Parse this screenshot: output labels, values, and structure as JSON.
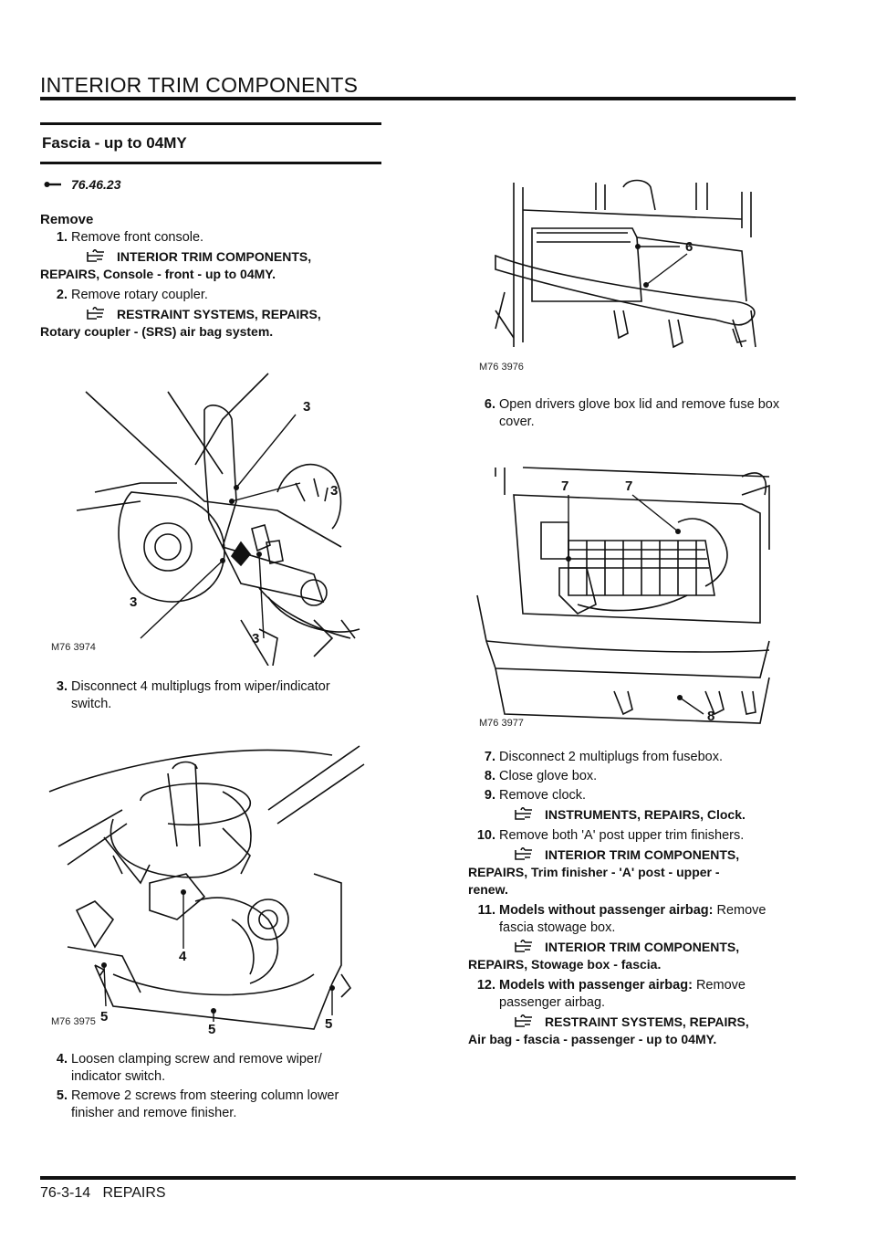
{
  "header": {
    "title": "INTERIOR TRIM COMPONENTS"
  },
  "section": {
    "title": "Fascia - up to 04MY",
    "op_code": "76.46.23"
  },
  "remove_heading": "Remove",
  "steps": [
    {
      "num": "1.",
      "text": "Remove front console.",
      "ref_lines": [
        "INTERIOR TRIM COMPONENTS,",
        "REPAIRS, Console - front - up to 04MY."
      ]
    },
    {
      "num": "2.",
      "text": "Remove rotary coupler.",
      "ref_lines": [
        "RESTRAINT SYSTEMS, REPAIRS,",
        "Rotary coupler - (SRS) air bag system."
      ]
    },
    {
      "num": "3.",
      "text_lines": [
        "Disconnect 4 multiplugs from wiper/indicator",
        "switch."
      ]
    },
    {
      "num": "4.",
      "text_lines": [
        "Loosen clamping screw and remove wiper/",
        "indicator switch."
      ]
    },
    {
      "num": "5.",
      "text_lines": [
        "Remove 2 screws from steering column lower",
        "finisher and remove finisher."
      ]
    },
    {
      "num": "6.",
      "text_lines": [
        "Open drivers glove box lid and remove fuse box",
        "cover."
      ]
    },
    {
      "num": "7.",
      "text": "Disconnect 2 multiplugs from fusebox."
    },
    {
      "num": "8.",
      "text": "Close glove box."
    },
    {
      "num": "9.",
      "text": "Remove clock.",
      "ref_lines": [
        "INSTRUMENTS, REPAIRS, Clock."
      ]
    },
    {
      "num": "10.",
      "text": "Remove both 'A' post upper trim finishers.",
      "ref_lines": [
        "INTERIOR TRIM COMPONENTS,",
        "REPAIRS, Trim finisher - 'A' post - upper -",
        "renew."
      ]
    },
    {
      "num": "11.",
      "bold_lead": "Models without passenger airbag:",
      "text_after": " Remove",
      "text_cont": "fascia stowage box.",
      "ref_lines": [
        "INTERIOR TRIM COMPONENTS,",
        "REPAIRS, Stowage box - fascia."
      ]
    },
    {
      "num": "12.",
      "bold_lead": "Models with passenger airbag:",
      "text_after": " Remove",
      "text_cont": "passenger airbag.",
      "ref_lines": [
        "RESTRAINT SYSTEMS, REPAIRS,",
        "Air bag - fascia - passenger - up to 04MY."
      ]
    }
  ],
  "figures": {
    "fig1": {
      "caption": "M76 3974",
      "callouts": [
        "3",
        "3",
        "3",
        "3"
      ]
    },
    "fig2": {
      "caption": "M76 3975",
      "callouts": [
        "4",
        "5",
        "5",
        "5"
      ]
    },
    "fig3": {
      "caption": "M76 3976",
      "callouts": [
        "6"
      ]
    },
    "fig4": {
      "caption": "M76 3977",
      "callouts": [
        "7",
        "7",
        "8"
      ]
    }
  },
  "footer": {
    "text": "76-3-14   REPAIRS"
  }
}
